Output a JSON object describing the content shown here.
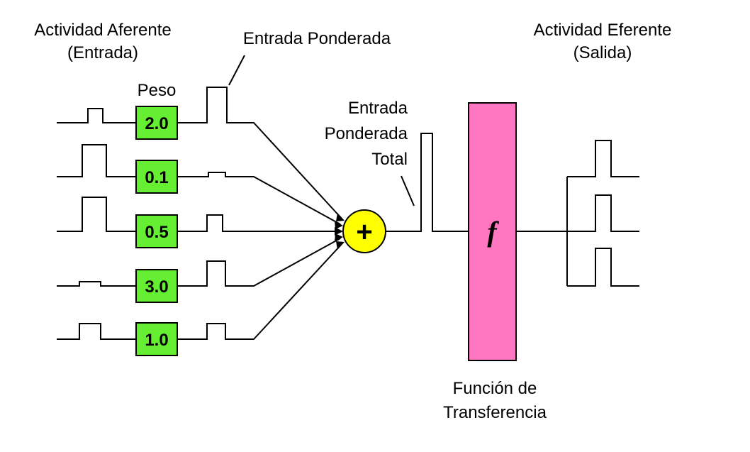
{
  "labels": {
    "input_line1": "Actividad Aferente",
    "input_line2": "(Entrada)",
    "weighted_input": "Entrada Ponderada",
    "weight": "Peso",
    "total_line1": "Entrada",
    "total_line2": "Ponderada",
    "total_line3": "Total",
    "output_line1": "Actividad Eferente",
    "output_line2": "(Salida)",
    "transfer_line1": "Función de",
    "transfer_line2": "Transferencia",
    "sum_symbol": "+",
    "function_symbol": "f"
  },
  "weights": [
    "2.0",
    "0.1",
    "0.5",
    "3.0",
    "1.0"
  ],
  "colors": {
    "weight_box": "#66ee33",
    "sum_node": "#ffff00",
    "transfer_box": "#ff77c0",
    "line": "#000000"
  },
  "icons": {
    "sum": "plus-circle",
    "transfer": "function-f"
  }
}
